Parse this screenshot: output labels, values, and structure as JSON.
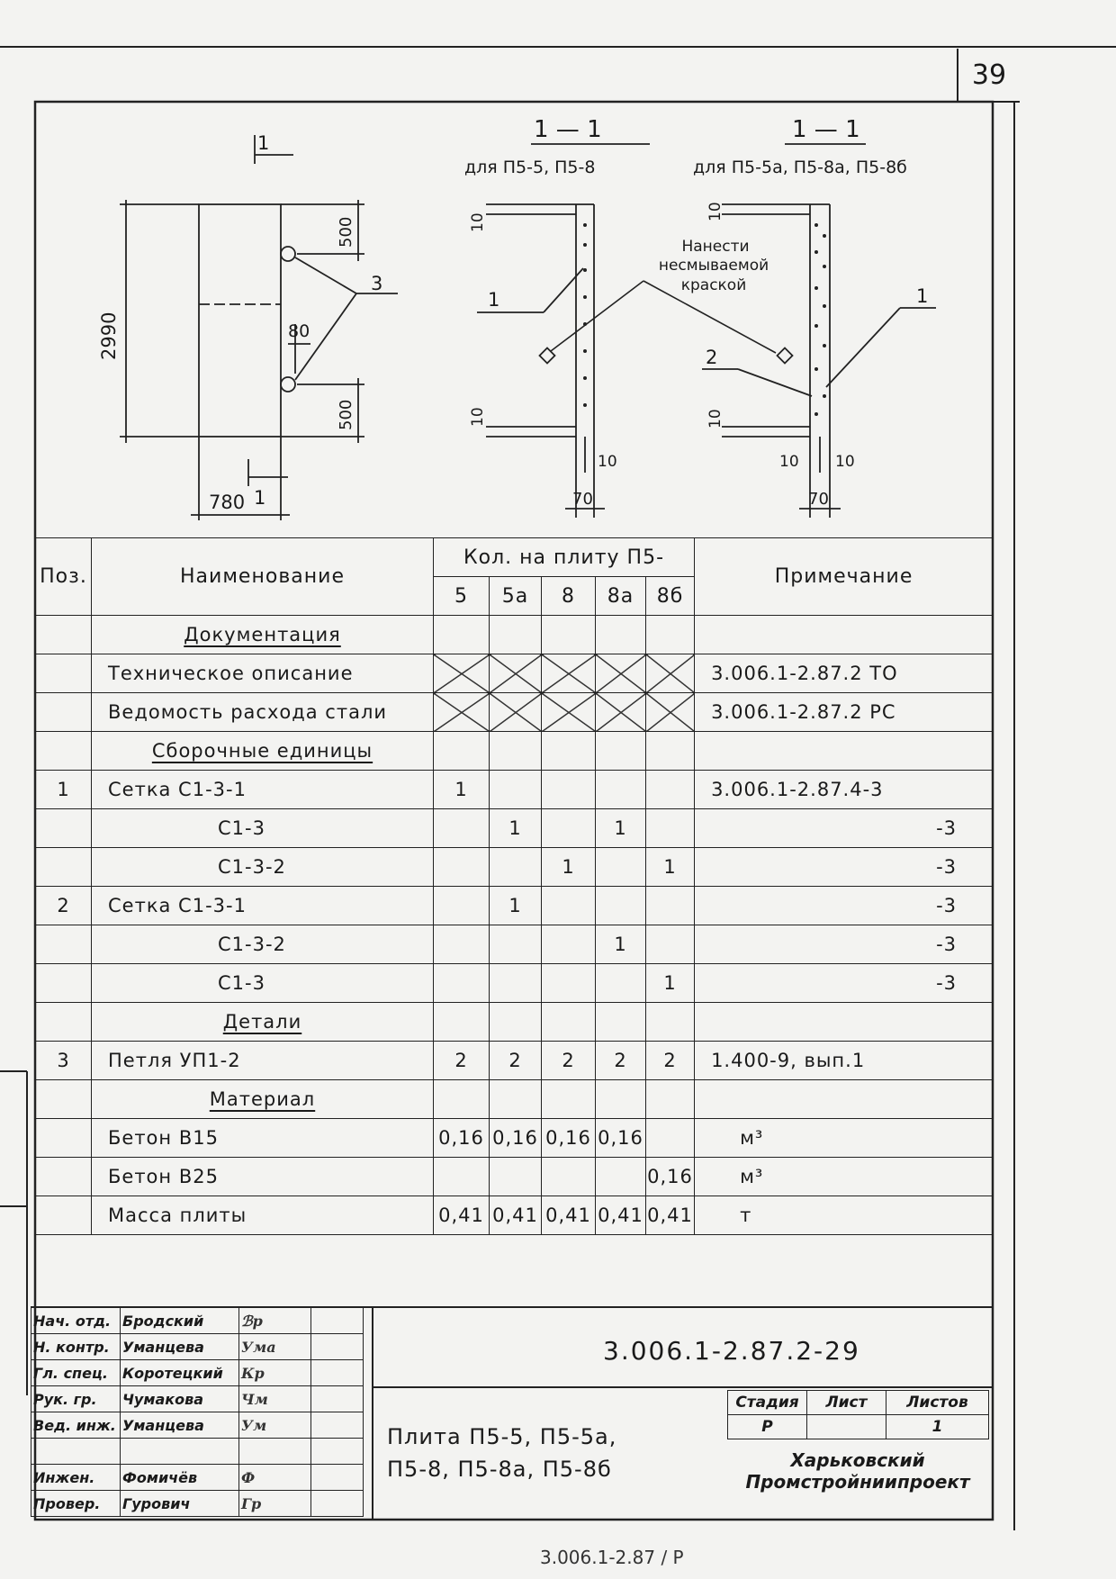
{
  "sheet_number": "39",
  "drawing": {
    "plan": {
      "section_mark": "1",
      "height": "2990",
      "width": "780",
      "top_dim": "500",
      "bottom_dim": "500",
      "mid_dim": "80",
      "leader": "3"
    },
    "section_a": {
      "title": "1 — 1",
      "subtitle": "для П5-5, П5-8",
      "dims": [
        "10",
        "10",
        "10",
        "70"
      ],
      "leader": "1"
    },
    "section_b": {
      "title": "1 — 1",
      "subtitle": "для П5-5а, П5-8а, П5-8б",
      "dims": [
        "10",
        "10",
        "10",
        "10",
        "70"
      ],
      "leader1": "1",
      "leader2": "2"
    },
    "note_lines": [
      "Нанести",
      "несмываемой",
      "краской"
    ]
  },
  "spec": {
    "col_pos": "Поз.",
    "col_name": "Наименование",
    "col_qty": "Кол. на плиту П5-",
    "col_note": "Примечание",
    "variants": [
      "5",
      "5а",
      "8",
      "8а",
      "8б"
    ],
    "rows": [
      {
        "type": "section",
        "name": "Документация"
      },
      {
        "type": "doc",
        "name": "Техническое описание",
        "note": "3.006.1-2.87.2  ТО"
      },
      {
        "type": "doc",
        "name": "Ведомость расхода стали",
        "note": "3.006.1-2.87.2  РС"
      },
      {
        "type": "section",
        "name": "Сборочные единицы"
      },
      {
        "type": "item",
        "pos": "1",
        "name": "Сетка   С1-3-1",
        "q": [
          "1",
          "",
          "",
          "",
          ""
        ],
        "note": "3.006.1-2.87.4-3"
      },
      {
        "type": "sub",
        "name": "С1-3",
        "q": [
          "",
          "1",
          "",
          "1",
          ""
        ],
        "note": "-3"
      },
      {
        "type": "sub",
        "name": "С1-3-2",
        "q": [
          "",
          "",
          "1",
          "",
          "1"
        ],
        "note": "-3"
      },
      {
        "type": "item",
        "pos": "2",
        "name": "Сетка   С1-3-1",
        "q": [
          "",
          "1",
          "",
          "",
          ""
        ],
        "note": "-3"
      },
      {
        "type": "sub",
        "name": "С1-3-2",
        "q": [
          "",
          "",
          "",
          "1",
          ""
        ],
        "note": "-3"
      },
      {
        "type": "sub",
        "name": "С1-3",
        "q": [
          "",
          "",
          "",
          "",
          "1"
        ],
        "note": "-3"
      },
      {
        "type": "section",
        "name": "Детали"
      },
      {
        "type": "item",
        "pos": "3",
        "name": "Петля  УП1-2",
        "q": [
          "2",
          "2",
          "2",
          "2",
          "2"
        ],
        "note": "1.400-9, вып.1"
      },
      {
        "type": "section",
        "name": "Материал"
      },
      {
        "type": "mat",
        "name": "Бетон  В15",
        "q": [
          "0,16",
          "0,16",
          "0,16",
          "0,16",
          ""
        ],
        "note": "м³"
      },
      {
        "type": "mat",
        "name": "Бетон  В25",
        "q": [
          "",
          "",
          "",
          "",
          "0,16"
        ],
        "note": "м³"
      },
      {
        "type": "mat",
        "name": "Масса  плиты",
        "q": [
          "0,41",
          "0,41",
          "0,41",
          "0,41",
          "0,41"
        ],
        "note": "т"
      }
    ]
  },
  "stamp": {
    "signers": [
      {
        "role": "Нач. отд.",
        "name": "Бродский",
        "sig": "ℬр"
      },
      {
        "role": "Н. контр.",
        "name": "Уманцева",
        "sig": "Ума"
      },
      {
        "role": "Гл. спец.",
        "name": "Коротецкий",
        "sig": "Кр"
      },
      {
        "role": "Рук. гр.",
        "name": "Чумакова",
        "sig": "Чм"
      },
      {
        "role": "Вед. инж.",
        "name": "Уманцева",
        "sig": "Ум"
      },
      {
        "role": "",
        "name": "",
        "sig": ""
      },
      {
        "role": "Инжен.",
        "name": "Фомичёв",
        "sig": "Ф"
      },
      {
        "role": "Провер.",
        "name": "Гурович",
        "sig": "Гр"
      }
    ],
    "code": "3.006.1-2.87.2-29",
    "title_lines": [
      "Плита П5-5, П5-5а,",
      "П5-8, П5-8а, П5-8б"
    ],
    "stage_label": "Стадия",
    "sheet_label": "Лист",
    "sheets_label": "Листов",
    "stage": "Р",
    "sheet": "",
    "sheets": "1",
    "org_lines": [
      "Харьковский",
      "Промстройниипроект"
    ],
    "bottom_code": "3.006.1-2.87 / Р"
  }
}
